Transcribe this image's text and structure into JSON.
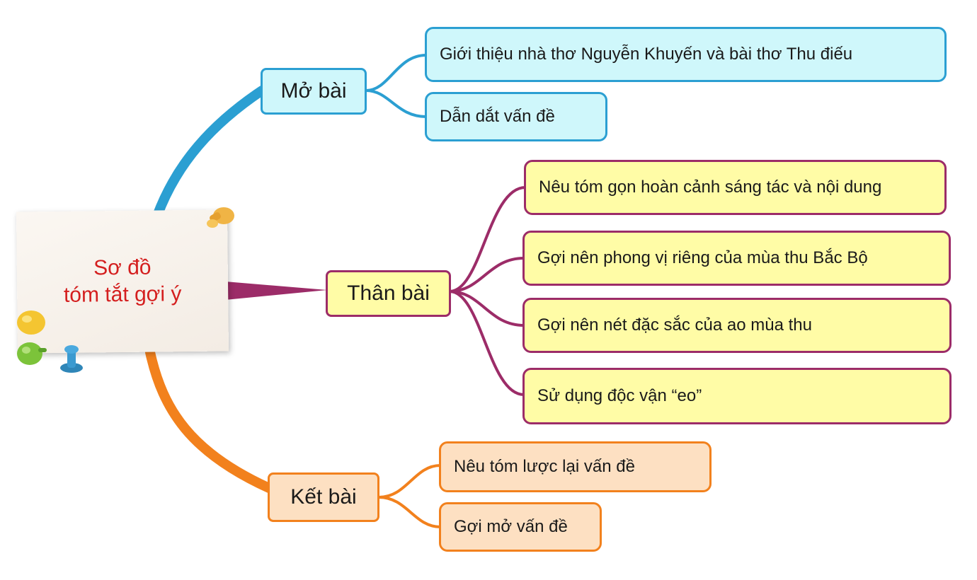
{
  "center": {
    "line1": "Sơ đồ",
    "line2": "tóm tắt gợi ý"
  },
  "branches": {
    "mo_bai": {
      "label": "Mở bài",
      "color": "#2b9fd2",
      "children": [
        "Giới thiệu nhà thơ Nguyễn Khuyến và bài thơ Thu điếu",
        "Dẫn dắt vấn đề"
      ]
    },
    "than_bai": {
      "label": "Thân bài",
      "color": "#9c2c68",
      "children": [
        "Nêu tóm gọn hoàn cảnh sáng tác và nội dung",
        "Gợi nên phong vị riêng của mùa thu Bắc Bộ",
        "Gợi nên nét đặc sắc của ao mùa thu",
        "Sử dụng độc vận “eo”"
      ]
    },
    "ket_bai": {
      "label": "Kết bài",
      "color": "#f2811d",
      "children": [
        "Nêu tóm lược lại vấn đề",
        "Gợi mở vấn đề"
      ]
    }
  },
  "icons": [
    "pushpin-icon-orange",
    "pushpin-icon-yellow",
    "pushpin-icon-green",
    "pushpin-icon-blue"
  ]
}
